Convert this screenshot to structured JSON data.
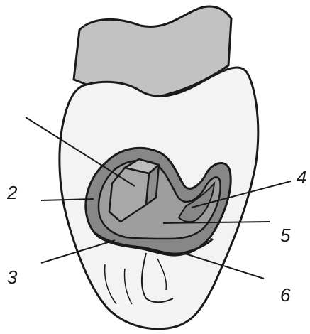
{
  "labels": {
    "l2": "2",
    "l3": "3",
    "l4": "4",
    "l5": "5",
    "l6": "6"
  },
  "colors": {
    "crown": "#f3f3f3",
    "gum": "#c2c2c2",
    "liner": "#878787",
    "filling": "#9e9e9e",
    "outline": "#1a1a1a"
  }
}
